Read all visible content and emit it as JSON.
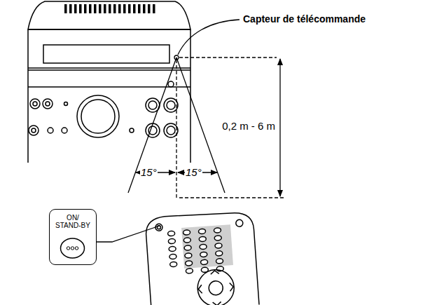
{
  "diagram": {
    "nodes": [
      {
        "text": [
          "ON/ STAND-BY"
        ]
      }
    ],
    "labels": [
      "Capteur de télécommande",
      "0,2 m - 6 m",
      "15°",
      "15°"
    ]
  }
}
